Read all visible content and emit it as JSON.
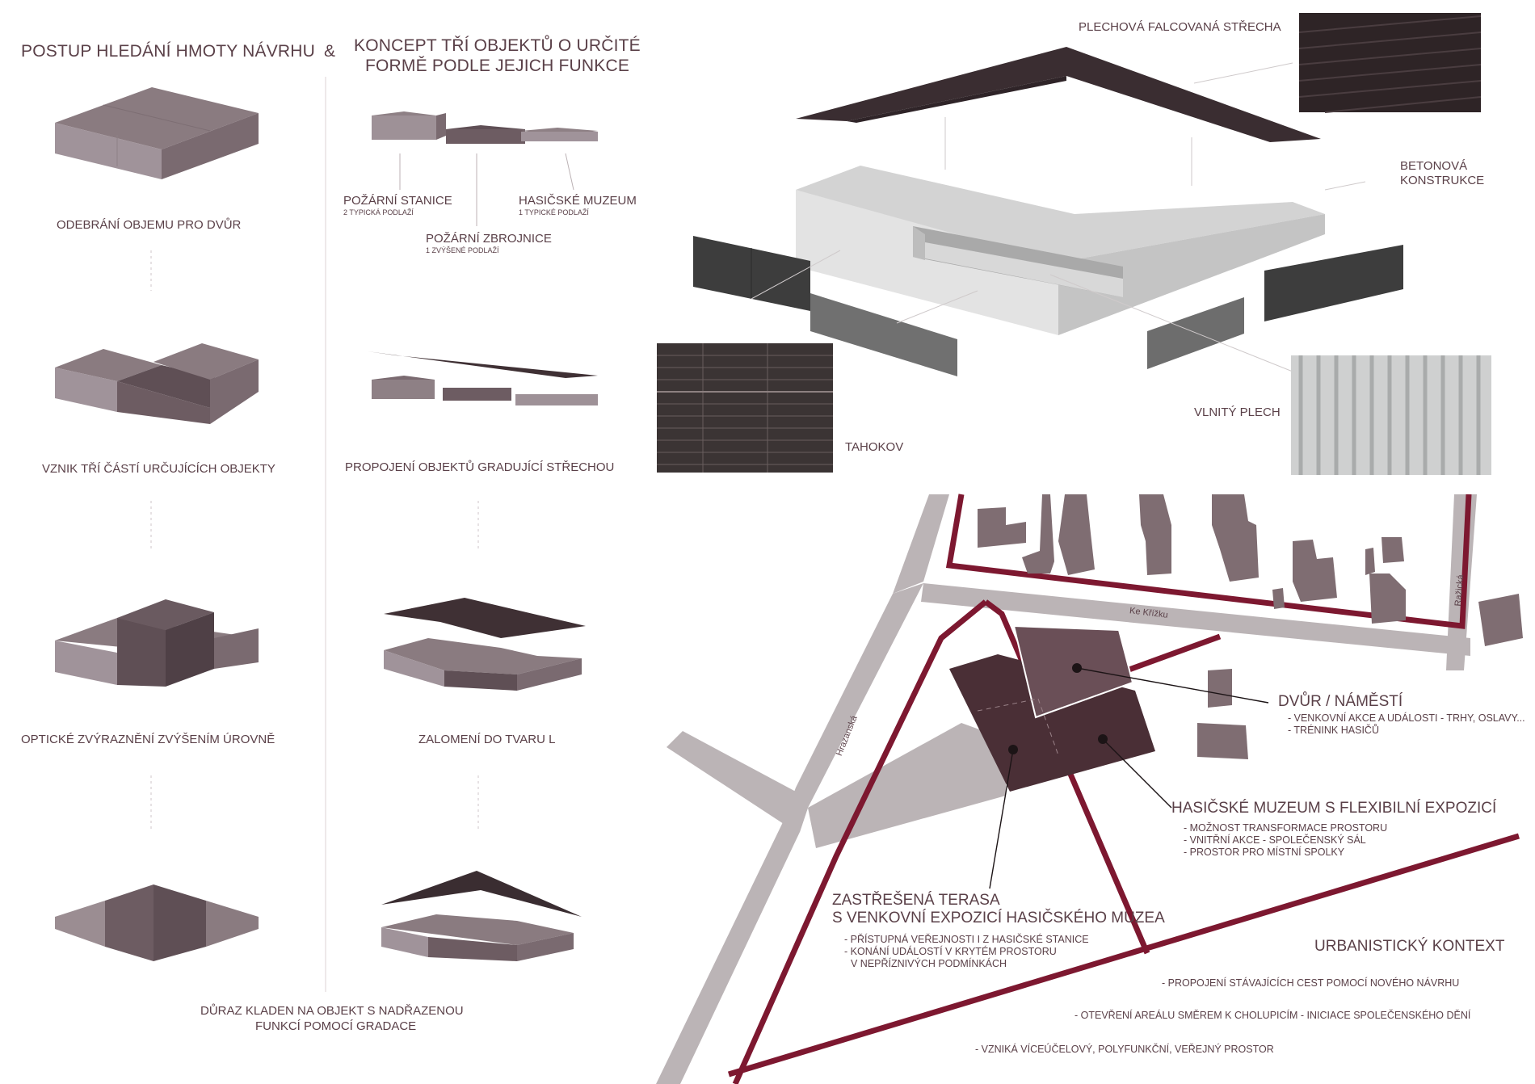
{
  "left": {
    "title_left": "POSTUP HLEDÁNÍ HMOTY NÁVRHU",
    "ampersand": "&",
    "title_right_1": "KONCEPT TŘÍ OBJEKTŮ O URČITÉ",
    "title_right_2": "FORMĚ PODLE JEJICH FUNKCE",
    "step1": "ODEBRÁNÍ OBJEMU PRO DVŮR",
    "step2": "VZNIK TŘÍ ČÁSTÍ URČUJÍCÍCH OBJEKTY",
    "step3": "OPTICKÉ ZVÝRAZNĚNÍ ZVÝŠENÍM ÚROVNĚ",
    "step4_1": "DŮRAZ KLADEN NA OBJEKT S NADŘAZENOU",
    "step4_2": "FUNKCÍ POMOCÍ GRADACE",
    "concept_a": "POŽÁRNÍ STANICE",
    "concept_a_sub": "2 TYPICKÁ PODLAŽÍ",
    "concept_b": "HASIČSKÉ MUZEUM",
    "concept_b_sub": "1 TYPICKÉ PODLAŽÍ",
    "concept_c": "POŽÁRNÍ ZBROJNICE",
    "concept_c_sub": "1 ZVÝŠENÉ PODLAŽÍ",
    "cstep2": "PROPOJENÍ OBJEKTŮ GRADUJÍCÍ STŘECHOU",
    "cstep3": "ZALOMENÍ DO TVARU L"
  },
  "materials": {
    "roof": "PLECHOVÁ FALCOVANÁ STŘECHA",
    "concrete_1": "BETONOVÁ",
    "concrete_2": "KONSTRUKCE",
    "mesh": "TAHOKOV",
    "corrugated": "VLNITÝ PLECH"
  },
  "map": {
    "street_1": "Ke Křížku",
    "street_2": "Hrazanská",
    "street_3": "Ražická",
    "yard_title": "DVŮR / NÁMĚSTÍ",
    "yard_b1": "- VENKOVNÍ AKCE A UDÁLOSTI - TRHY, OSLAVY...",
    "yard_b2": "- TRÉNINK HASIČŮ",
    "museum_title": "HASIČSKÉ MUZEUM S FLEXIBILNÍ EXPOZICÍ",
    "museum_b1": "- MOŽNOST TRANSFORMACE PROSTORU",
    "museum_b2": "- VNITŘNÍ AKCE - SPOLEČENSKÝ SÁL",
    "museum_b3": "- PROSTOR PRO MÍSTNÍ SPOLKY",
    "terrace_title_1": "ZASTŘEŠENÁ TERASA",
    "terrace_title_2": "S VENKOVNÍ EXPOZICÍ HASIČSKÉHO MUZEA",
    "terrace_b1": "- PŘÍSTUPNÁ VEŘEJNOSTI I Z HASIČSKÉ STANICE",
    "terrace_b2": "- KONÁNÍ UDÁLOSTÍ V KRYTÉM PROSTORU",
    "terrace_b3": "V NEPŘÍZNIVÝCH PODMÍNKÁCH",
    "context_title": "URBANISTICKÝ KONTEXT",
    "context_b1": "- PROPOJENÍ STÁVAJÍCÍCH CEST POMOCÍ NOVÉHO NÁVRHU",
    "context_b2": "- OTEVŘENÍ AREÁLU SMĚREM K CHOLUPICÍM - INICIACE SPOLEČENSKÉHO DĚNÍ",
    "context_b3": "- VZNIKÁ VÍCEÚČELOVÝ, POLYFUNKČNÍ, VEŘEJNÝ PROSTOR"
  },
  "colors": {
    "text": "#5a4048",
    "mass_top": "#8a7a7f",
    "mass_left": "#9b8d92",
    "mass_right": "#7b6a70",
    "dark_roof": "#3c2f33",
    "route": "#7d1830",
    "road": "#b9b2b4",
    "building": "#7f6d72"
  }
}
